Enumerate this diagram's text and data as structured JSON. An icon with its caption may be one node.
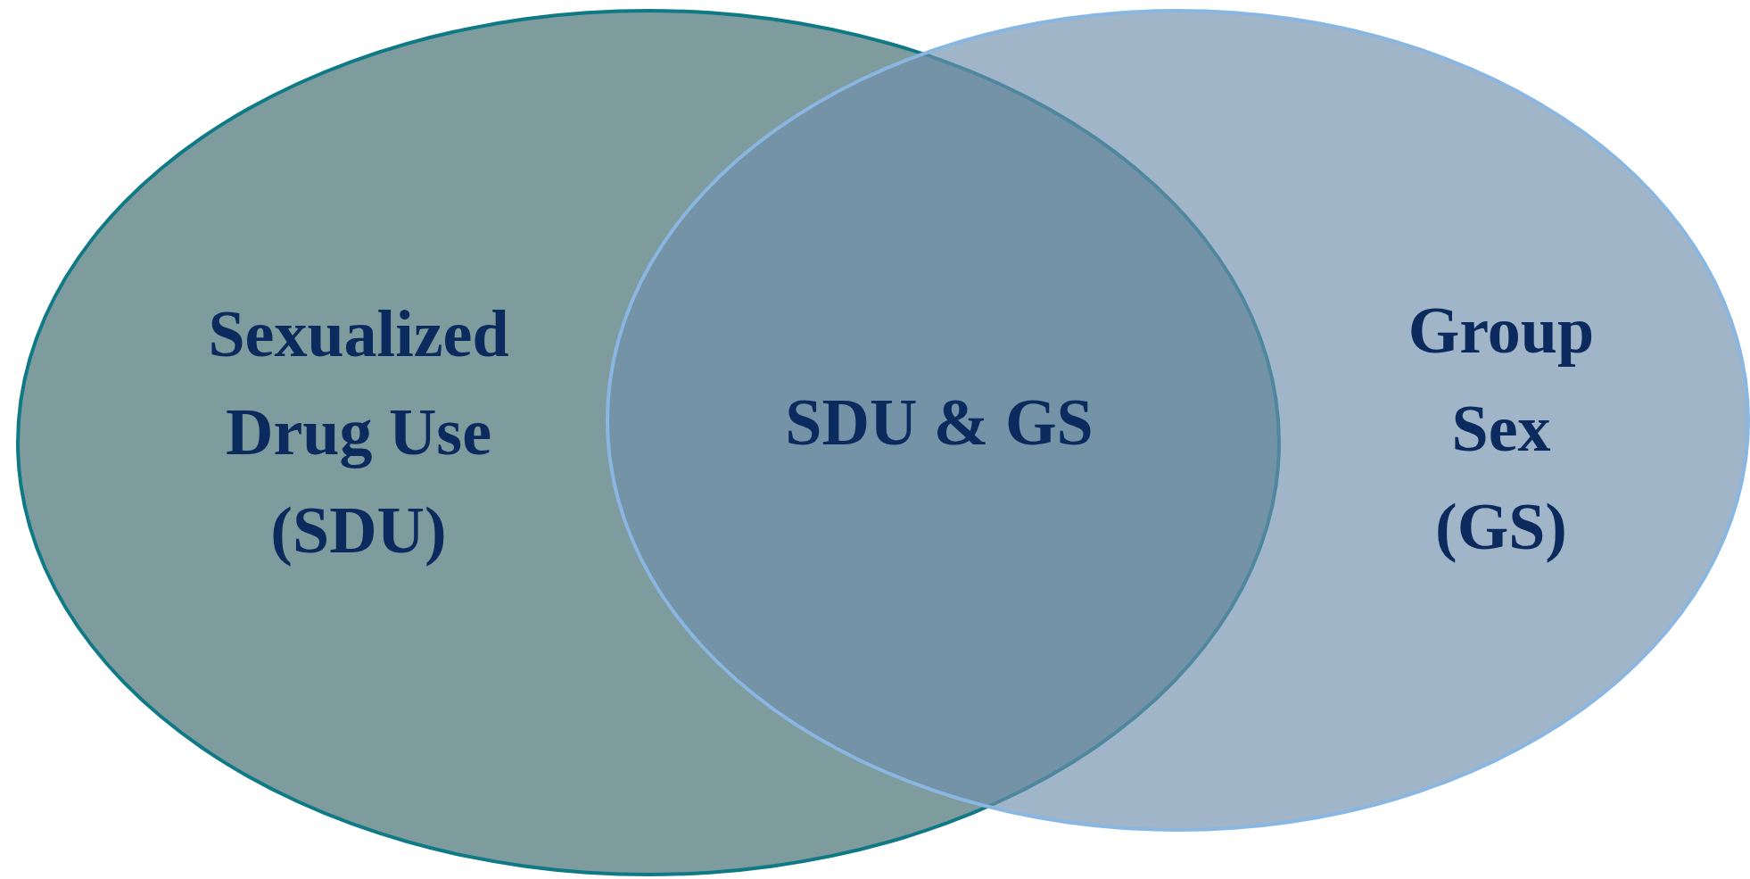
{
  "diagram": {
    "nodes": [
      {
        "text": [
          "Sexualized Drug Use (SDU)"
        ]
      },
      {
        "text": [
          "Group Sex (GS)"
        ]
      }
    ],
    "labels": [
      "SDU & GS"
    ]
  }
}
